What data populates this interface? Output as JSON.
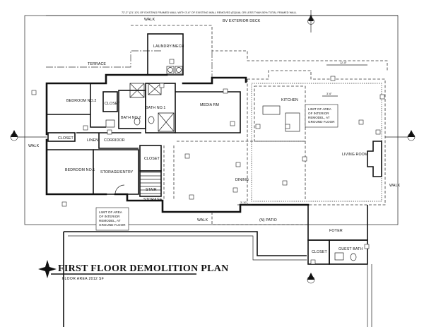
{
  "title": "FIRST FLOOR DEMOLITION PLAN",
  "subtitle": "FLOOR AREA 2012 SF",
  "top_note": "72'-2\" (21'-10\") OF EXISTING FRAMED WALL WITH 3'-6\" OF EXISTING WALL REMOVED (EQUAL OR LESS THAN 50% TOTAL FRAMED WALL",
  "rooms": {
    "walk_top": "WALK",
    "extdeck": "BV EXTERIOR DECK",
    "laundry": "LAUNDRY/MECH",
    "terrace": "TERRACE",
    "bedroom2": "BEDROOM NO.2",
    "closet_a": "CLOSET",
    "bath2": "BATH NO.2",
    "bath1": "BATH NO.1",
    "media": "MEDIA RM",
    "kitchen": "KITCHEN",
    "walk_left": "WALK",
    "closet_b": "CLOSET",
    "linen": "LINEN",
    "corridor": "CORRIDOR",
    "bedroom1": "BEDROOM NO.1",
    "storage_entry": "STORAGE/ENTRY",
    "closet_c": "CLOSET",
    "stair": "STAIR",
    "storage": "STORAGE",
    "dining": "DINING",
    "living": "LIVING ROOM",
    "walk_right": "WALK",
    "walk_bottom": "WALK",
    "patio": "(N) PATIO",
    "foyer": "FOYER",
    "closet_d": "CLOSET",
    "guest_bath": "GUEST BATH"
  },
  "notes": {
    "limit_right": [
      "LIMIT OF AREA",
      "OF INTERIOR",
      "REMODEL, AT",
      "GROUND FLOOR"
    ],
    "limit_left": [
      "LIMIT OF AREA",
      "OF INTERIOR",
      "REMODEL, AT",
      "GROUND FLOOR"
    ]
  },
  "dims": {
    "d1": "12'-8\"",
    "d2": "3'-6\"",
    "d3": "3'-10\""
  }
}
